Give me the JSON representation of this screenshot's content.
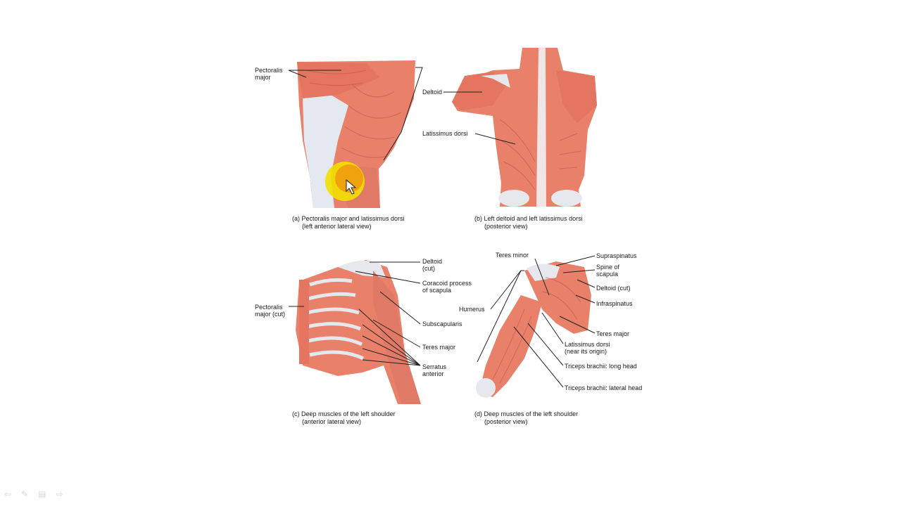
{
  "panels": {
    "a": {
      "labels": {
        "pectoralis_1": "Pectoralis",
        "pectoralis_2": "major",
        "deltoid": "Deltoid",
        "latissimus": "Latissimus dorsi"
      },
      "caption_1": "(a) Pectoralis major and latissimus dorsi",
      "caption_2": "(left anterior lateral view)"
    },
    "b": {
      "caption_1": "(b) Left deltoid and left latissimus dorsi",
      "caption_2": "(posterior view)"
    },
    "c": {
      "labels": {
        "deltoid_1": "Deltoid",
        "deltoid_2": "(cut)",
        "coracoid_1": "Coracoid process",
        "coracoid_2": "of scapula",
        "pectoralis_1": "Pectoralis",
        "pectoralis_2": "major (cut)",
        "subscapularis": "Subscapularis",
        "teres_major": "Teres major",
        "serratus_1": "Serratus",
        "serratus_2": "anterior"
      },
      "caption_1": "(c) Deep muscles of the left shoulder",
      "caption_2": "(anterior lateral view)"
    },
    "d": {
      "labels": {
        "teres_minor": "Teres minor",
        "humerus": "Humerus",
        "supraspinatus": "Supraspinatus",
        "spine_1": "Spine of",
        "spine_2": "scapula",
        "deltoid_cut": "Deltoid (cut)",
        "infraspinatus": "Infraspinatus",
        "teres_major": "Teres major",
        "latissimus_1": "Latissimus dorsi",
        "latissimus_2": "(near its origin)",
        "triceps_long": "Triceps brachii: long head",
        "triceps_lateral": "Triceps brachii: lateral head"
      },
      "caption_1": "(d) Deep muscles of the left shoulder",
      "caption_2": "(posterior view)"
    }
  },
  "colors": {
    "muscle": "#e8806a",
    "muscle_dark": "#c85a48",
    "tendon": "#e6e8ee",
    "highlight": "#f2e000",
    "highlight_core": "#f08a10"
  },
  "toolbar_icons": [
    "arrow-left-icon",
    "pen-icon",
    "menu-icon",
    "arrow-right-icon"
  ]
}
